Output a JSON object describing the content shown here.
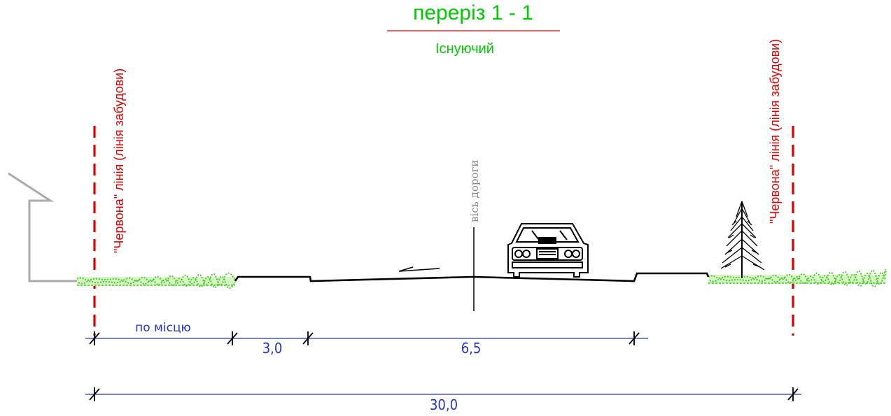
{
  "title": "переріз 1 - 1",
  "subtitle": "Існуючий",
  "red_line_left": "\"Червона\" лінія (лінія забудови)",
  "red_line_right": "\"Червона\" лінія (лінія забудови)",
  "road_axis": "вісь дороги",
  "dimensions": {
    "sidewalk": "по місцю",
    "verge": "3,0",
    "carriageway": "6,5",
    "total": "30,0"
  },
  "colors": {
    "title": "#00cc00",
    "red_line": "#e00000",
    "dimension": "#2233cc",
    "grass": "#44cc22",
    "road": "#000000",
    "building": "#aaaaaa"
  },
  "icons": [
    "car-icon",
    "tree-icon",
    "building-outline"
  ]
}
